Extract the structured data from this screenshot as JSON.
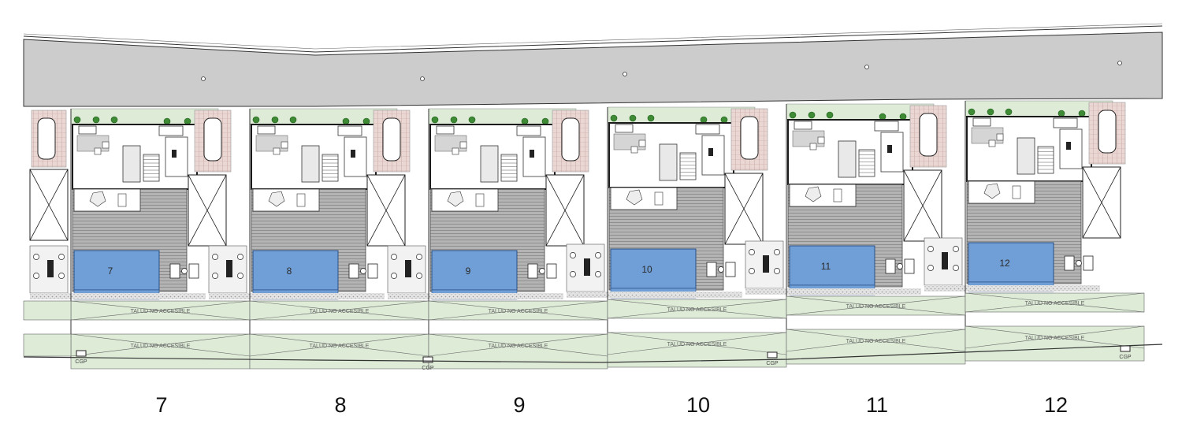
{
  "plots": [
    {
      "number": "7",
      "pool_label": "7"
    },
    {
      "number": "8",
      "pool_label": "8"
    },
    {
      "number": "9",
      "pool_label": "9"
    },
    {
      "number": "10",
      "pool_label": "10"
    },
    {
      "number": "11",
      "pool_label": "11"
    },
    {
      "number": "12",
      "pool_label": "12"
    }
  ],
  "slope_label": "TALUD NO ACCESIBLE",
  "cgp_label": "CGP",
  "colors": {
    "road": "#cccccc",
    "garden": "#ddebd7",
    "deck": "#a9a9a9",
    "pool": "#6f9fd6",
    "parking": "#ead7d3",
    "gravel": "#d9d9d9",
    "walls": "#1a1a1a"
  }
}
